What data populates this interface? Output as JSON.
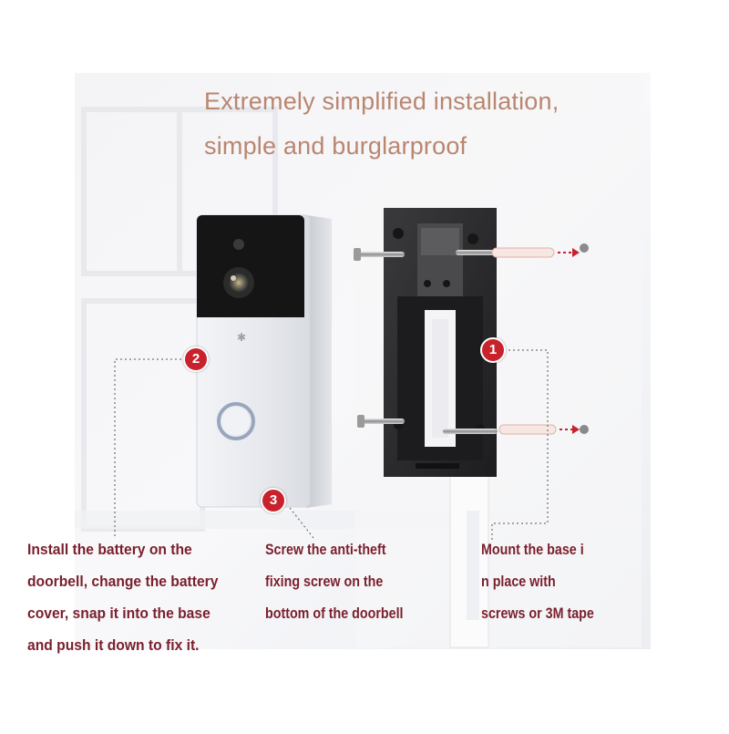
{
  "title": {
    "line1": "Extremely simplified installation,",
    "line2": "simple and burglarproof"
  },
  "callouts": [
    "1",
    "2",
    "3"
  ],
  "captions": {
    "left": [
      "Install the battery on the",
      "doorbell, change the battery",
      "cover, snap it into the base",
      "and push it down to fix it."
    ],
    "middle": [
      "Screw the anti-theft",
      "fixing screw on the",
      "bottom of the doorbell"
    ],
    "right": [
      "Mount the base i",
      "n place with",
      "screws or 3M tape"
    ]
  },
  "colors": {
    "title": "#b98670",
    "caption": "#7a1f2c",
    "callout": "#c8232c",
    "doorbell_face": "#e8eaef",
    "camera_panel": "#161616",
    "base_plate": "#2a2a2c"
  }
}
